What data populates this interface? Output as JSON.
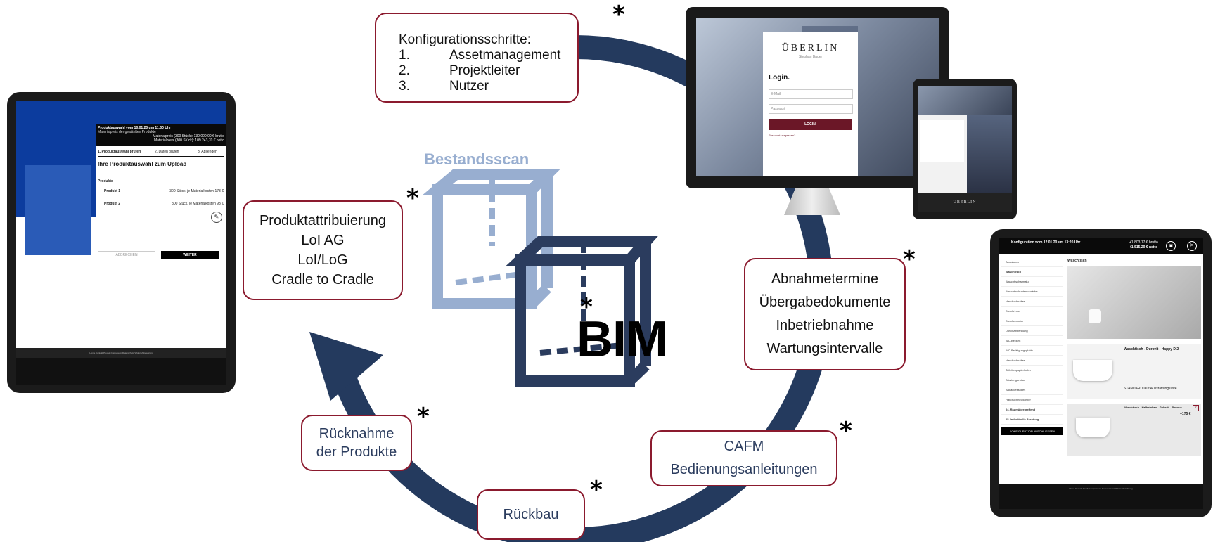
{
  "config_box": {
    "title": "Konfigurationsschritte:",
    "steps": [
      {
        "n": "1.",
        "label": "Assetmanagement"
      },
      {
        "n": "2.",
        "label": "Projektleiter"
      },
      {
        "n": "3.",
        "label": "Nutzer"
      }
    ]
  },
  "product_box": {
    "lines": [
      "Produktattribuierung",
      "LoI AG",
      "LoI/LoG",
      "Cradle to Cradle"
    ]
  },
  "handover_box": {
    "lines": [
      "Abnahmetermine",
      "Übergabedokumente",
      "Inbetriebnahme",
      "Wartungsintervalle"
    ]
  },
  "cafm_box": {
    "lines": [
      "CAFM",
      "Bedienungsanleitungen"
    ]
  },
  "rueckbau_box": {
    "label": "Rückbau"
  },
  "ruecknahme_box": {
    "lines": [
      "Rücknahme",
      "der Produkte"
    ]
  },
  "center": {
    "scan_label": "Bestandsscan",
    "bim_label": "BIM"
  },
  "star": "*",
  "colors": {
    "cycle": "#243a5e",
    "scan": "#98aed0",
    "bim": "#2b3c5e",
    "box_border": "#8b1a2e",
    "brand_wine": "#6b1727"
  },
  "left_tablet": {
    "header_lines": [
      "Produktauswahl vom 10.01.20 um 11:00 Uhr",
      "Materialpreis der gewählten Produkte",
      "Materialpreis (300 Stück): 130.000,00 € brutto",
      "Materialpreis (300 Stück): 109.243,70 € netto"
    ],
    "tabs": [
      "1. Produktauswahl prüfen",
      "2. Daten prüfen",
      "3. Absenden"
    ],
    "heading": "Ihre Produktauswahl zum Upload",
    "list_title": "Produkte",
    "rows": [
      {
        "name": "Produkt 1",
        "detail": "300 Stück, je Materialkosten 173 €"
      },
      {
        "name": "Produkt 2",
        "detail": "300 Stück, je Materialkosten 93 €"
      }
    ],
    "btn_secondary": "ABBRECHEN",
    "btn_primary": "WEITER",
    "footer": "Home  Kontakt  Produkt  Impressum  Datenschutz  Widerrufsbelehrung"
  },
  "monitor": {
    "brand": "ÜBERLIN",
    "brand_sub": "Stephan Bauer",
    "login_title": "Login.",
    "email_placeholder": "E-Mail",
    "password_placeholder": "Passwort",
    "login_button": "LOGIN",
    "forgot_link": "Passwort vergessen?"
  },
  "right_tablet": {
    "header_lines": [
      "Konfiguration vom 12.01.20 um 13:20 Uhr",
      "+1.803,17 € brutto",
      "+1.515,29 € netto"
    ],
    "title": "Waschtisch",
    "sidebar": [
      "Armaturen",
      "Waschtisch",
      "Waschtischarmatur",
      "Waschtischunterschränke",
      "Handtuchhalter",
      "Duschrinne",
      "Duscharmatur",
      "Duschabtrennung",
      "WC-Becken",
      "WC-Betätigungsplatte",
      "Handtuchhalter",
      "Toilettenpapierhalter",
      "Bürstengarnitur",
      "Badaccessoires",
      "Handtuchheizkörper",
      "04. Raumübergreifend",
      "05. Individuelle Beratung"
    ],
    "sidebar_button": "KONFIGURATION ABSCHLIESSEN",
    "product1_title": "Waschtisch - Duravit - Happy D.2",
    "product1_note": "STANDARD laut Ausstattungsliste",
    "product2_title": "Waschtisch - Halbeinbau - Geberit - Renova",
    "product2_price": "+175 €",
    "footer": "Home  Kontakt  Produkt  Impressum  Datenschutz  Widerrufsbelehrung"
  },
  "small_tablet": {
    "brand": "ÜBERLIN"
  }
}
